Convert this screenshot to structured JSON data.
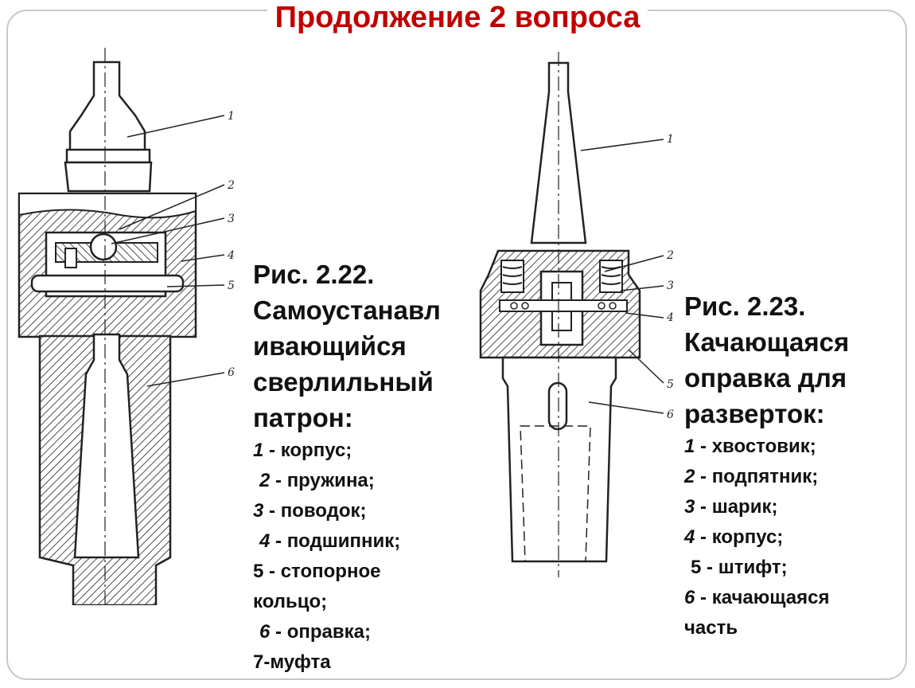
{
  "title": "Продолжение 2 вопроса",
  "fig1": {
    "caption_lines": [
      "Рис. 2.22.",
      "Самоустанавл",
      "ивающийся",
      "сверлильный",
      "патрон:"
    ],
    "items": [
      {
        "num": "1",
        "text": " - корпус;",
        "indent": false
      },
      {
        "num": "2",
        "text": " - пружина;",
        "indent": true
      },
      {
        "num": "3",
        "text": " - поводок;",
        "indent": false
      },
      {
        "num": "4",
        "text": " - подшипник;",
        "indent": true
      },
      {
        "num": "5",
        "text": " - стопорное",
        "indent": false,
        "plain": true
      },
      {
        "num": "",
        "text": "кольцо;",
        "indent": false,
        "plain": true
      },
      {
        "num": "6",
        "text": " - оправка;",
        "indent": true
      },
      {
        "num": "7",
        "text": "-муфта",
        "indent": false,
        "plain": true
      }
    ],
    "labels": [
      "1",
      "2",
      "3",
      "4",
      "5",
      "6"
    ]
  },
  "fig2": {
    "caption_lines": [
      "Рис. 2.23.",
      "Качающаяся",
      "оправка для",
      "разверток:"
    ],
    "items": [
      {
        "num": "1",
        "text": " - хвостовик;",
        "indent": false
      },
      {
        "num": "2",
        "text": " - подпятник;",
        "indent": false
      },
      {
        "num": "3",
        "text": " - шарик;",
        "indent": false
      },
      {
        "num": "4",
        "text": " - корпус;",
        "indent": false
      },
      {
        "num": "5",
        "text": " - штифт;",
        "indent": true,
        "plain": true
      },
      {
        "num": "6",
        "text": " - качающаяся",
        "indent": false
      },
      {
        "num": "",
        "text": "часть",
        "indent": false,
        "plain": true
      }
    ],
    "labels": [
      "1",
      "2",
      "3",
      "4",
      "5",
      "6"
    ]
  }
}
